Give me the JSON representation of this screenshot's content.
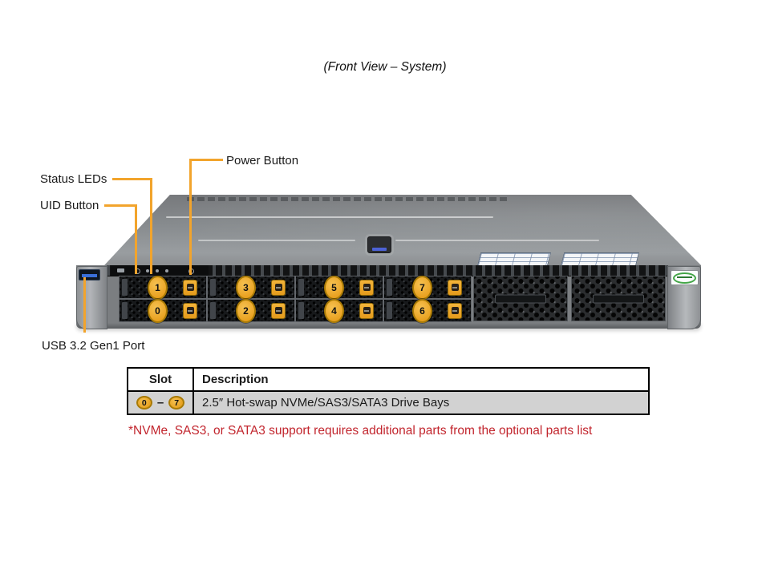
{
  "title": "(Front View – System)",
  "callouts": {
    "power_button": "Power Button",
    "status_leds": "Status LEDs",
    "uid_button": "UID Button",
    "usb_port": "USB 3.2 Gen1 Port"
  },
  "server": {
    "bay_columns": [
      [
        "1",
        "0"
      ],
      [
        "3",
        "2"
      ],
      [
        "5",
        "4"
      ],
      [
        "7",
        "6"
      ]
    ]
  },
  "table": {
    "headers": [
      "Slot",
      "Description"
    ],
    "row": {
      "slot_start": "0",
      "slot_separator": "–",
      "slot_end": "7",
      "description": "2.5″ Hot-swap NVMe/SAS3/SATA3 Drive Bays"
    }
  },
  "note": "*NVMe, SAS3, or SATA3 support requires additional parts from the optional parts list",
  "colors": {
    "callout_line": "#F2A42C",
    "bay_badge_fill": "#EDA626",
    "bay_badge_border": "#A87A06",
    "note_red": "#C2262E",
    "table_row_bg": "#D2D2D2",
    "usb_blue": "#3A6FD8",
    "logo_green": "#44A648"
  }
}
